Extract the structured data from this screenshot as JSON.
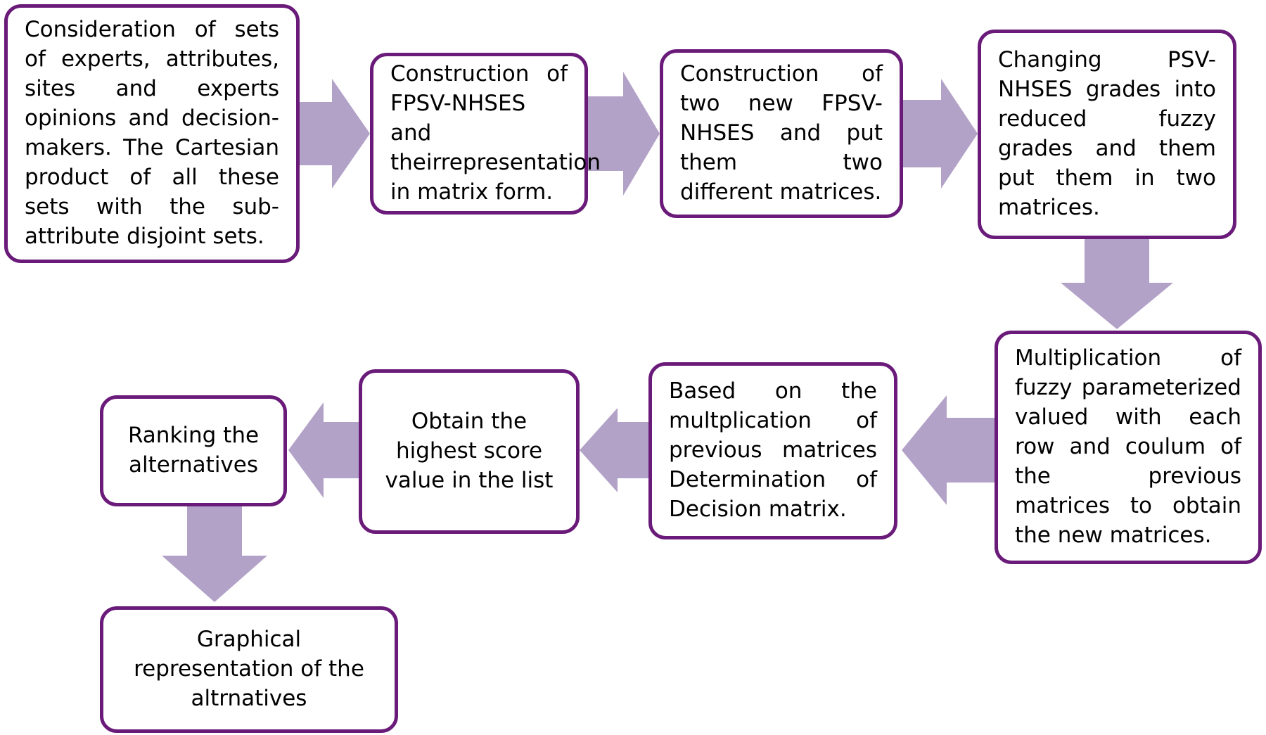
{
  "colors": {
    "box_border": "#6a1b7a",
    "arrow_fill": "#b3a2c7",
    "box_fill": "#ffffff",
    "text": "#000000"
  },
  "steps": [
    {
      "id": 1,
      "text": "Consideration of sets of experts, attributes, sites and experts opinions and decision-makers. The Cartesian product of all these sets with the sub-attribute disjoint sets."
    },
    {
      "id": 2,
      "text": "Construction of FPSV-NHSES and theirrepresentation in matrix form."
    },
    {
      "id": 3,
      "text": "Construction of two new FPSV-NHSES and put them two different matrices."
    },
    {
      "id": 4,
      "text": "Changing PSV-NHSES grades into reduced fuzzy grades and them put them in two matrices."
    },
    {
      "id": 5,
      "text": "Multiplication of fuzzy parameterized valued with each row and coulum of the previous matrices to obtain the new matrices."
    },
    {
      "id": 6,
      "text": "Based on the multplication of previous matrices Determination of Decision matrix."
    },
    {
      "id": 7,
      "text": "Obtain the highest score value in the list"
    },
    {
      "id": 8,
      "text": "Ranking the alternatives"
    },
    {
      "id": 9,
      "text": "Graphical representation of the altrnatives"
    }
  ],
  "connections": [
    {
      "from": 1,
      "to": 2,
      "direction": "right"
    },
    {
      "from": 2,
      "to": 3,
      "direction": "right"
    },
    {
      "from": 3,
      "to": 4,
      "direction": "right"
    },
    {
      "from": 4,
      "to": 5,
      "direction": "down"
    },
    {
      "from": 5,
      "to": 6,
      "direction": "left"
    },
    {
      "from": 6,
      "to": 7,
      "direction": "left"
    },
    {
      "from": 7,
      "to": 8,
      "direction": "left"
    },
    {
      "from": 8,
      "to": 9,
      "direction": "down"
    }
  ]
}
